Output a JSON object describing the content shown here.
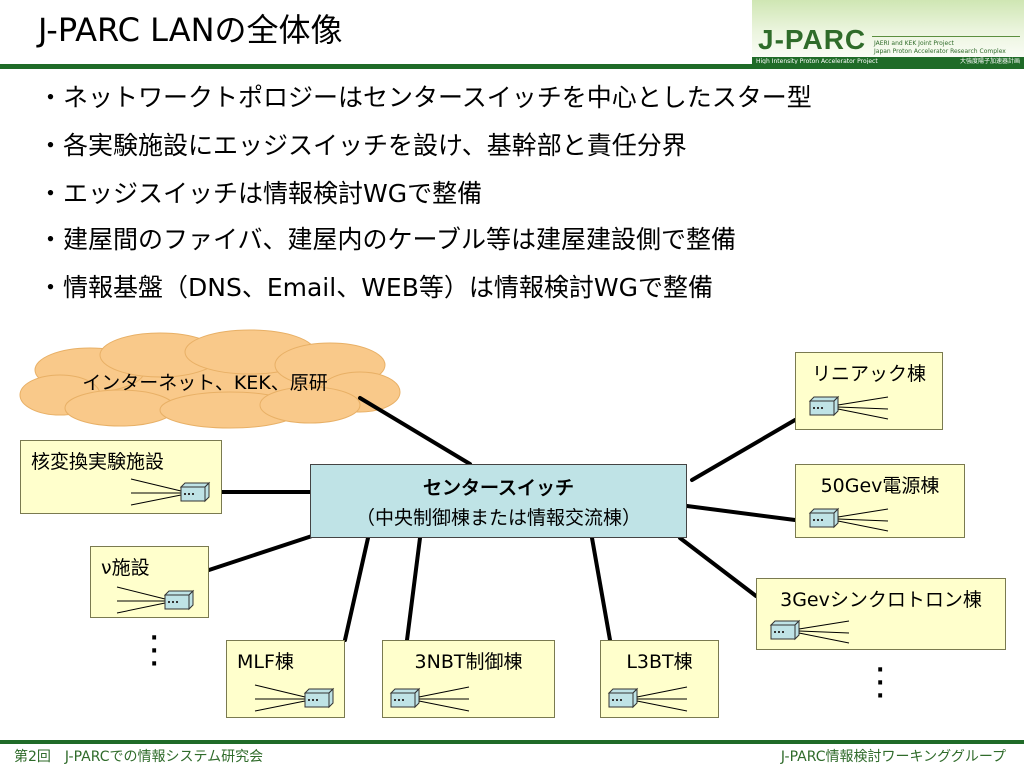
{
  "title": "J-PARC LANの全体像",
  "logo": {
    "name": "J-PARC",
    "subtitle_line1": "JAERI and KEK Joint Project",
    "subtitle_line2": "Japan Proton Accelerator Research Complex",
    "strip_left": "High Intensity Proton Accelerator Project",
    "strip_right": "大強度陽子加速器計画"
  },
  "bullets": [
    "ネットワークトポロジーはセンタースイッチを中心としたスター型",
    "各実験施設にエッジスイッチを設け、基幹部と責任分界",
    "エッジスイッチは情報検討WGで整備",
    "建屋間のファイバ、建屋内のケーブル等は建屋建設側で整備",
    "情報基盤（DNS、Email、WEB等）は情報検討WGで整備"
  ],
  "diagram": {
    "cloud_label": "インターネット、KEK、原研",
    "center_title": "センタースイッチ",
    "center_subtitle": "（中央制御棟または情報交流棟）",
    "nodes": {
      "linac": "リニアック棟",
      "power50": "50Gev電源棟",
      "sync3": "3Gevシンクロトロン棟",
      "nuclear": "核変換実験施設",
      "nu": "ν施設",
      "mlf": "MLF棟",
      "nbt3": "3NBT制御棟",
      "l3bt": "L3BT棟"
    },
    "colors": {
      "node_fill": "#ffffcc",
      "center_fill": "#bfe3e6",
      "cloud_fill": "#f9c98a",
      "switch_fill": "#bfe3e6"
    }
  },
  "footer": {
    "left": "第2回　J-PARCでの情報システム研究会",
    "right": "J-PARC情報検討ワーキンググループ"
  }
}
